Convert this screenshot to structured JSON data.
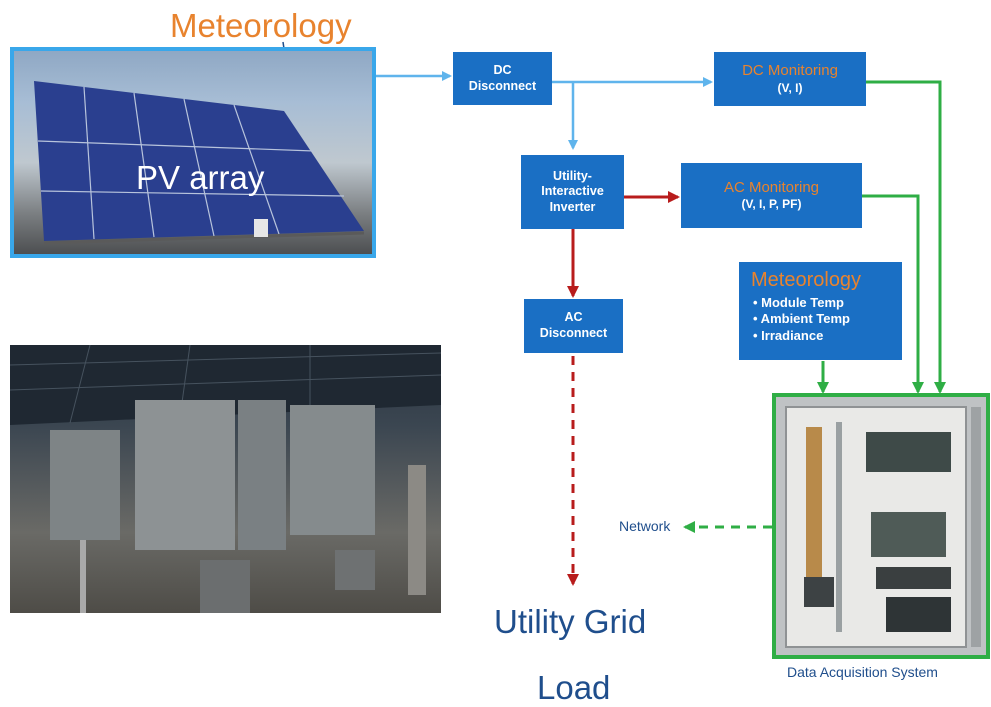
{
  "colors": {
    "box_blue": "#1a6fc4",
    "orange": "#e8832e",
    "arrow_light_blue": "#5fb4ec",
    "arrow_red": "#b81c1c",
    "arrow_green": "#2fae45",
    "text_blue": "#1f4e8c"
  },
  "photo_pv": {
    "title": "Meteorology",
    "label": "PV array"
  },
  "boxes": {
    "dc_disconnect": "DC\nDisconnect",
    "dc_monitoring_title": "DC Monitoring",
    "dc_monitoring_sub": "(V, I)",
    "inverter": "Utility-\nInteractive\nInverter",
    "ac_monitoring_title": "AC Monitoring",
    "ac_monitoring_sub": "(V, I, P, PF)",
    "ac_disconnect": "AC\nDisconnect",
    "meteorology_title": "Meteorology",
    "meteorology_items": [
      "• Module Temp",
      "• Ambient Temp",
      "• Irradiance"
    ]
  },
  "network_label": "Network",
  "utility_grid": "Utility Grid",
  "load": "Load",
  "daq_label": "Data Acquisition System",
  "icons": {
    "pv_photo": "solar-panel-photo",
    "enclosure_photo": "electrical-enclosure-photo",
    "daq_photo": "data-acquisition-cabinet-photo"
  }
}
